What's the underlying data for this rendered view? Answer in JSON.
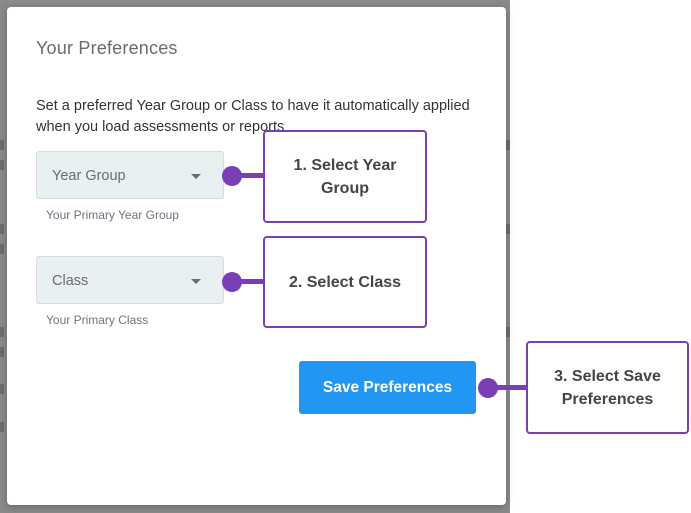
{
  "modal": {
    "title": "Your Preferences",
    "description": "Set a preferred Year Group or Class to have it automatically applied when you load assessments or reports"
  },
  "year_group": {
    "select_label": "Year Group",
    "helper": "Your Primary Year Group"
  },
  "class_field": {
    "select_label": "Class",
    "helper": "Your Primary Class"
  },
  "save_button": {
    "label": "Save Preferences"
  },
  "callouts": [
    {
      "text": "1. Select Year Group"
    },
    {
      "text": "2. Select Class"
    },
    {
      "text": "3. Select Save Preferences"
    }
  ],
  "colors": {
    "accent_purple": "#7b3fb5",
    "button_blue": "#2196f3",
    "select_bg": "#e8f0f2",
    "backdrop": "#8a8a8a"
  }
}
